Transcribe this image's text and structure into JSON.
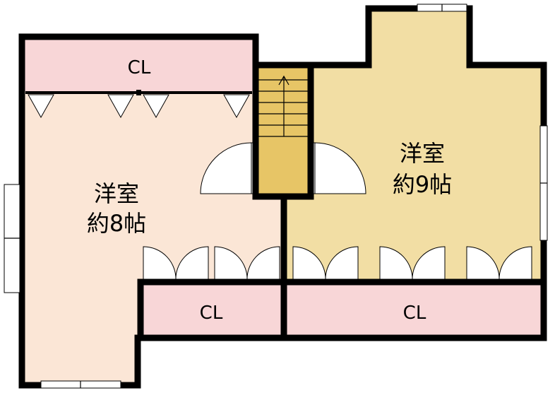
{
  "colors": {
    "room_8": "#FBE6D6",
    "room_9": "#F2DEA4",
    "closet": "#F8D6D7",
    "stair": "#E7C566",
    "wall": "#000000"
  },
  "rooms": {
    "room_8": {
      "line1": "洋室",
      "line2": "約8帖"
    },
    "room_9": {
      "line1": "洋室",
      "line2": "約9帖"
    }
  },
  "closets": {
    "top_left": "CL",
    "bottom_middle": "CL",
    "bottom_right": "CL"
  },
  "stair": {
    "icon": "up-arrow-icon"
  }
}
